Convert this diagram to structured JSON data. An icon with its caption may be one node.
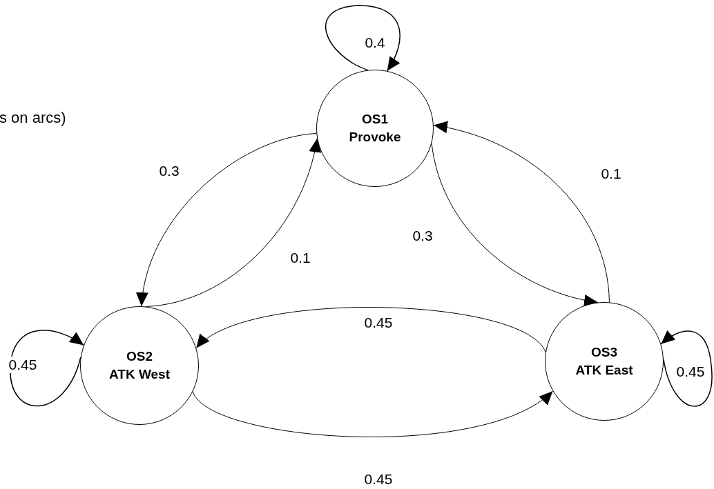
{
  "diagram": {
    "nodes": [
      {
        "text": [
          "OS1",
          "Provoke"
        ]
      },
      {
        "text": [
          "OS2",
          "ATK West"
        ]
      },
      {
        "text": [
          "OS3",
          "ATK East"
        ]
      }
    ],
    "edges": [
      {
        "from": 0,
        "to": 0,
        "arrow": "to",
        "label": "0.4"
      },
      {
        "from": 0,
        "to": 1,
        "arrow": "to",
        "label": "0.3"
      },
      {
        "from": 1,
        "to": 0,
        "arrow": "to",
        "label": "0.1"
      },
      {
        "from": 0,
        "to": 2,
        "arrow": "to",
        "label": "0.3"
      },
      {
        "from": 2,
        "to": 0,
        "arrow": "to",
        "label": "0.1"
      },
      {
        "from": 2,
        "to": 1,
        "arrow": "to",
        "label": "0.45"
      },
      {
        "from": 1,
        "to": 2,
        "arrow": "to",
        "label": "0.45"
      },
      {
        "from": 1,
        "to": 1,
        "arrow": "to",
        "label": "0.45"
      },
      {
        "from": 2,
        "to": 2,
        "arrow": "to",
        "label": "0.45"
      }
    ],
    "labels": [
      "s on arcs)"
    ]
  }
}
